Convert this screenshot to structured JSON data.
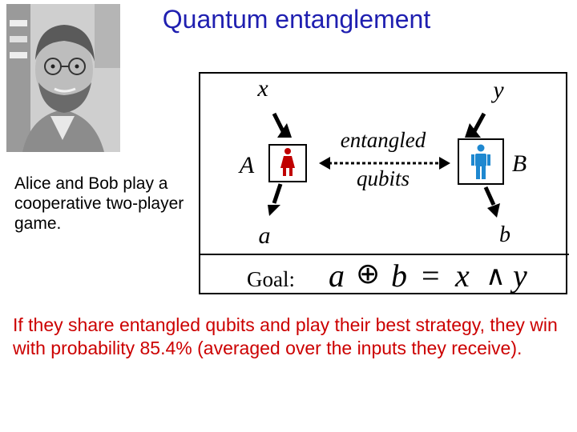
{
  "title": "Quantum entanglement",
  "intro_text": "Alice and Bob play a cooperative two-player game.",
  "diagram": {
    "x": "x",
    "y": "y",
    "player_a": "A",
    "player_b": "B",
    "out_a": "a",
    "out_b": "b",
    "link_line1": "entangled",
    "link_line2": "qubits",
    "goal_label": "Goal:",
    "goal_a": "a",
    "goal_b": "b",
    "goal_x": "x",
    "goal_y": "y",
    "goal_eq": "=",
    "oplus": "⊕",
    "wedge": "∧"
  },
  "result_text": "If they share entangled qubits and play their best strategy, they win with probability 85.4% (averaged over the inputs they receive).",
  "colors": {
    "title": "#1f1fb0",
    "result": "#cc0000",
    "alice": "#c00000",
    "bob": "#1e88d0"
  }
}
